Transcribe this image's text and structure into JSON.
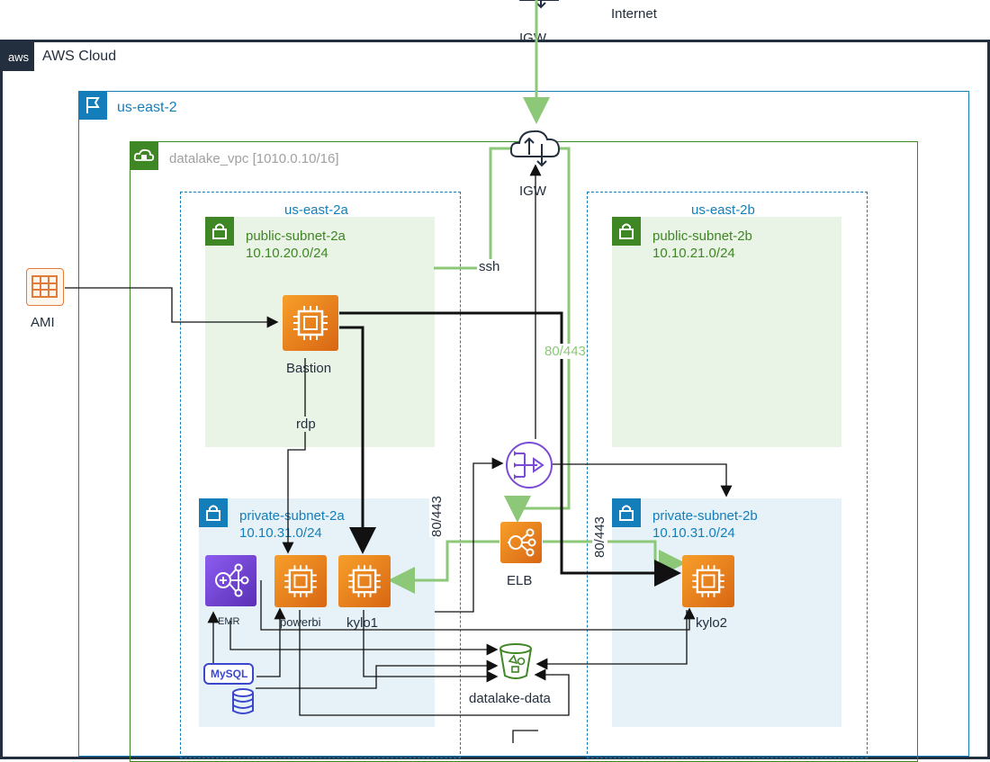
{
  "internet": {
    "igw_top_label": "IGW",
    "internet_label": "Internet"
  },
  "aws_cloud": {
    "label": "AWS Cloud",
    "aws_logo_text": "aws"
  },
  "region": {
    "label": "us-east-2"
  },
  "vpc": {
    "label": "datalake_vpc [1010.0.10/16]"
  },
  "igw": {
    "label": "IGW"
  },
  "az_a": {
    "label": "us-east-2a"
  },
  "az_b": {
    "label": "us-east-2b"
  },
  "public_subnet_a": {
    "name": "public-subnet-2a",
    "cidr": "10.10.20.0/24"
  },
  "public_subnet_b": {
    "name": "public-subnet-2b",
    "cidr": "10.10.21.0/24"
  },
  "private_subnet_a": {
    "name": "private-subnet-2a",
    "cidr": "10.10.31.0/24"
  },
  "private_subnet_b": {
    "name": "private-subnet-2b",
    "cidr": "10.10.31.0/24"
  },
  "ami": {
    "label": "AMI"
  },
  "nodes": {
    "bastion": "Bastion",
    "emr": "EMR",
    "powerbi": "powerbi",
    "kylo1": "kylo1",
    "kylo2": "kylo2",
    "elb": "ELB",
    "mysql": "MySQL",
    "datalake": "datalake-data"
  },
  "edges": {
    "ssh": "ssh",
    "rdp": "rdp",
    "http_vertical": "80/443",
    "http_left": "80/443",
    "http_right": "80/443"
  },
  "colors": {
    "aws_dark": "#232f3e",
    "region_blue": "#147eba",
    "vpc_green": "#3f8624",
    "green_line": "#8cc878",
    "ec2_orange": "#ed7100",
    "emr_purple": "#7b4bd6"
  }
}
